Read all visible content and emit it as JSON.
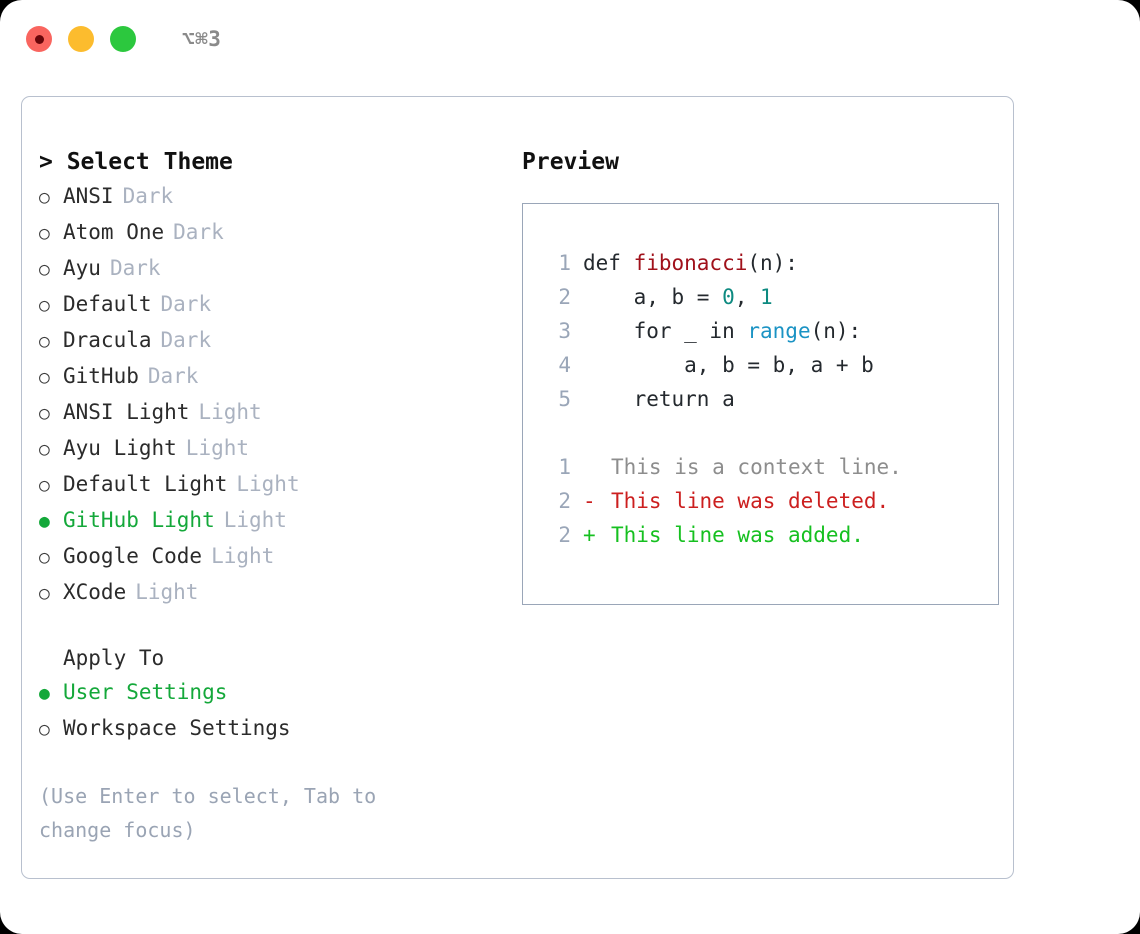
{
  "titlebar": {
    "shortcut": "⌥⌘3",
    "dots": [
      {
        "name": "close",
        "color": "#f9655f"
      },
      {
        "name": "minimize",
        "color": "#fcbc2e"
      },
      {
        "name": "maximize",
        "color": "#2cc83e"
      }
    ]
  },
  "theme_picker": {
    "heading": "> Select Theme",
    "marker_selected": "●",
    "marker_unselected": "○",
    "items": [
      {
        "label": "ANSI",
        "tag": "Dark",
        "selected": false
      },
      {
        "label": "Atom One",
        "tag": "Dark",
        "selected": false
      },
      {
        "label": "Ayu",
        "tag": "Dark",
        "selected": false
      },
      {
        "label": "Default",
        "tag": "Dark",
        "selected": false
      },
      {
        "label": "Dracula",
        "tag": "Dark",
        "selected": false
      },
      {
        "label": "GitHub",
        "tag": "Dark",
        "selected": false
      },
      {
        "label": "ANSI Light",
        "tag": "Light",
        "selected": false
      },
      {
        "label": "Ayu Light",
        "tag": "Light",
        "selected": false
      },
      {
        "label": "Default Light",
        "tag": "Light",
        "selected": false
      },
      {
        "label": "GitHub Light",
        "tag": "Light",
        "selected": true
      },
      {
        "label": "Google Code",
        "tag": "Light",
        "selected": false
      },
      {
        "label": "XCode",
        "tag": "Light",
        "selected": false
      }
    ]
  },
  "apply_to": {
    "heading": "Apply To",
    "items": [
      {
        "label": "User Settings",
        "selected": true
      },
      {
        "label": "Workspace Settings",
        "selected": false
      }
    ]
  },
  "hint": "(Use Enter to select, Tab to change focus)",
  "preview": {
    "title": "Preview",
    "code_lines": [
      {
        "ln": "1",
        "parts": [
          {
            "t": "def ",
            "k": "code-text"
          },
          {
            "t": "fibonacci",
            "k": "tok-fn"
          },
          {
            "t": "(n):",
            "k": "code-text"
          }
        ]
      },
      {
        "ln": "2",
        "parts": [
          {
            "t": "    a, b = ",
            "k": "code-text"
          },
          {
            "t": "0",
            "k": "tok-num"
          },
          {
            "t": ", ",
            "k": "code-text"
          },
          {
            "t": "1",
            "k": "tok-num"
          }
        ]
      },
      {
        "ln": "3",
        "parts": [
          {
            "t": "    for _ in ",
            "k": "code-text"
          },
          {
            "t": "range",
            "k": "tok-builtin"
          },
          {
            "t": "(n):",
            "k": "code-text"
          }
        ]
      },
      {
        "ln": "4",
        "parts": [
          {
            "t": "        a, b = b, a + b",
            "k": "code-text"
          }
        ]
      },
      {
        "ln": "5",
        "parts": [
          {
            "t": "    return a",
            "k": "code-text"
          }
        ]
      }
    ],
    "diff_lines": [
      {
        "ln": "1",
        "sign": " ",
        "text": "This is a context line.",
        "kind": "diff-ctx"
      },
      {
        "ln": "2",
        "sign": "-",
        "text": "This line was deleted.",
        "kind": "diff-del"
      },
      {
        "ln": "2",
        "sign": "+",
        "text": "This line was added.",
        "kind": "diff-add"
      }
    ]
  },
  "colors": {
    "accent_green": "#14a83a",
    "muted": "#aab2c0",
    "border": "#b8c0ce",
    "preview_border": "#9aa6b8",
    "function": "#a0111b",
    "number": "#0d8a80",
    "builtin": "#1b93c4",
    "diff_added": "#16c020",
    "diff_deleted": "#cc1f1f"
  }
}
